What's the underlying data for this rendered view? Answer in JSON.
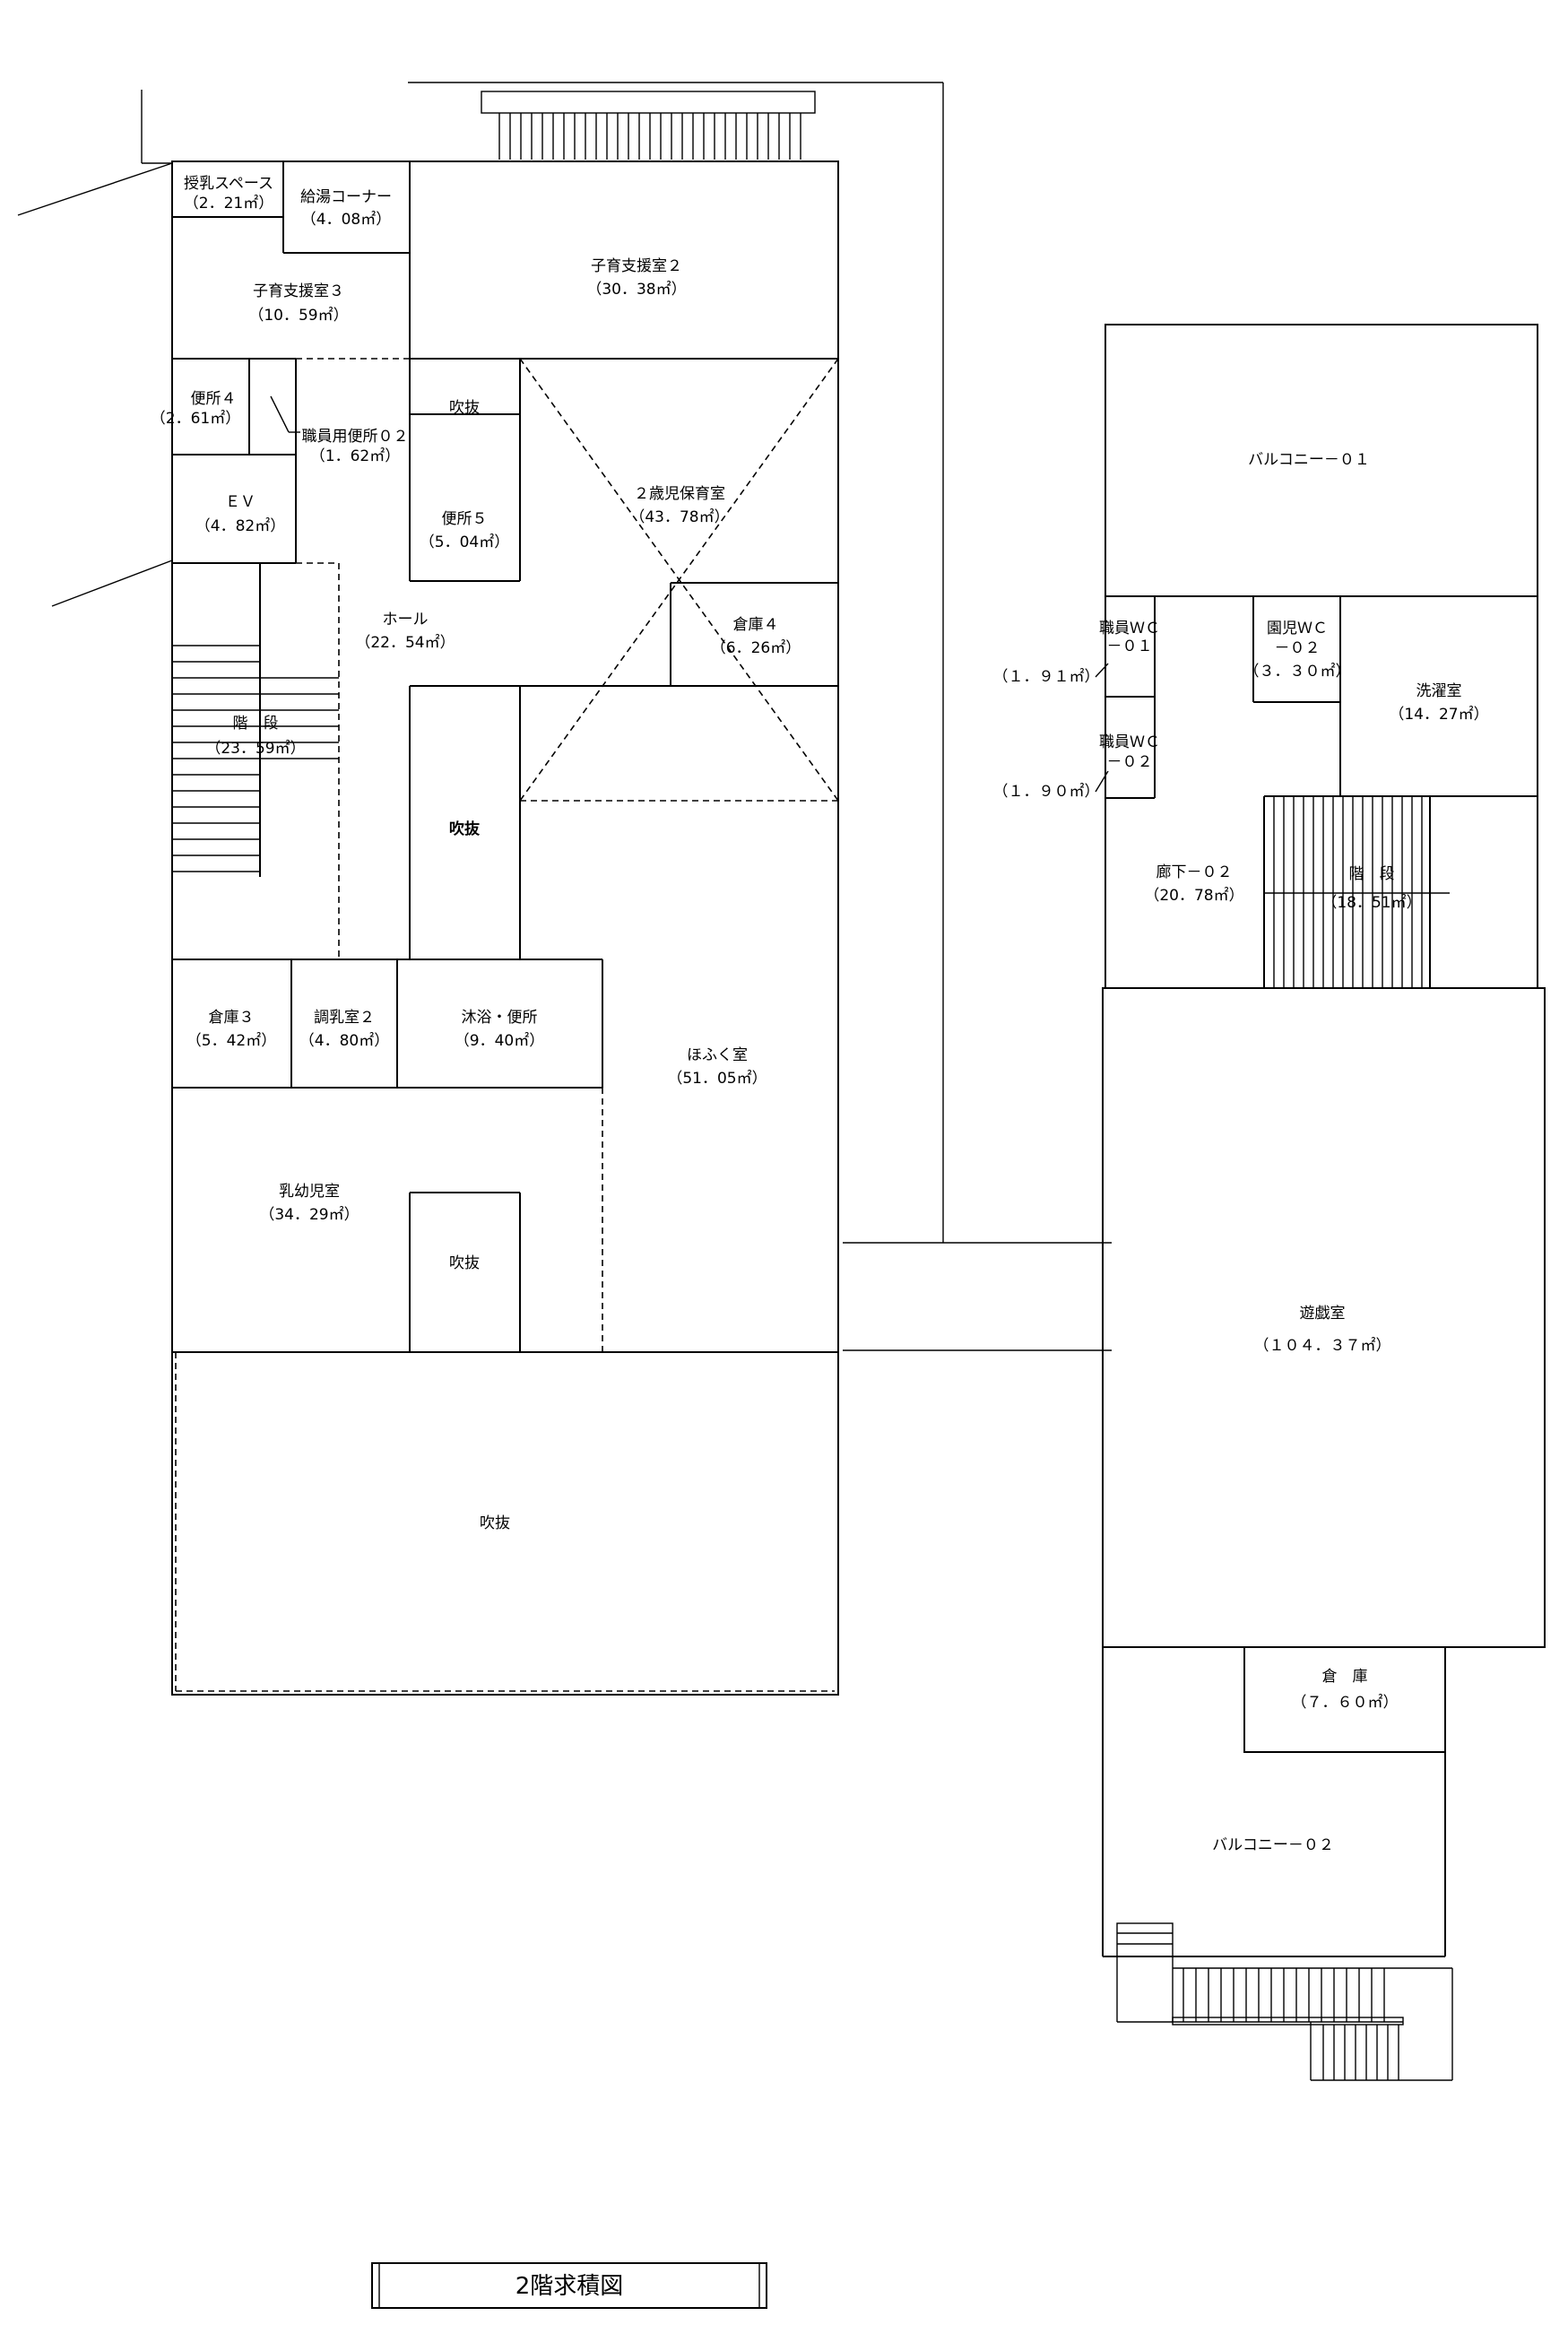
{
  "title": "2階求積図",
  "rooms": [
    {
      "id": "junyu-space",
      "name": "授乳スペース",
      "area": "（2．21㎡）"
    },
    {
      "id": "kyuto-corner",
      "name": "給湯コーナー",
      "area": "（4．08㎡）"
    },
    {
      "id": "kosodate-3",
      "name": "子育支援室３",
      "area": "（10．59㎡）"
    },
    {
      "id": "kosodate-2",
      "name": "子育支援室２",
      "area": "（30．38㎡）"
    },
    {
      "id": "benjo-4",
      "name": "便所４",
      "area": "（2．61㎡）"
    },
    {
      "id": "shokuin-benjo-02",
      "name": "職員用便所０２",
      "area": "（1．62㎡）"
    },
    {
      "id": "fukinuke-1",
      "name": "吹抜",
      "area": ""
    },
    {
      "id": "ev",
      "name": "ＥＶ",
      "area": "（4．82㎡）"
    },
    {
      "id": "benjo-5",
      "name": "便所５",
      "area": "（5．04㎡）"
    },
    {
      "id": "nisai-hoiku",
      "name": "２歳児保育室",
      "area": "（43．78㎡）"
    },
    {
      "id": "hall",
      "name": "ホール",
      "area": "（22．54㎡）"
    },
    {
      "id": "souko-4",
      "name": "倉庫４",
      "area": "（6．26㎡）"
    },
    {
      "id": "kaidan-1",
      "name": "階　段",
      "area": "（23．59㎡）"
    },
    {
      "id": "fukinuke-2",
      "name": "吹抜",
      "area": ""
    },
    {
      "id": "souko-3",
      "name": "倉庫３",
      "area": "（5．42㎡）"
    },
    {
      "id": "chonyu-2",
      "name": "調乳室２",
      "area": "（4．80㎡）"
    },
    {
      "id": "mokuyoku-benjo",
      "name": "沐浴・便所",
      "area": "（9．40㎡）"
    },
    {
      "id": "hofuku",
      "name": "ほふく室",
      "area": "（51．05㎡）"
    },
    {
      "id": "nyuyoji",
      "name": "乳幼児室",
      "area": "（34．29㎡）"
    },
    {
      "id": "fukinuke-3",
      "name": "吹抜",
      "area": ""
    },
    {
      "id": "fukinuke-4",
      "name": "吹抜",
      "area": ""
    },
    {
      "id": "balcony-01",
      "name": "バルコニー－０１",
      "area": ""
    },
    {
      "id": "shokuin-wc-01",
      "name": "職員ＷＣ",
      "sub": "－０１",
      "area": "（１．９１㎡）"
    },
    {
      "id": "enji-wc-02",
      "name": "園児ＷＣ",
      "sub": "－０２",
      "area": "（３．３０㎡）"
    },
    {
      "id": "sentaku",
      "name": "洗濯室",
      "area": "（14．27㎡）"
    },
    {
      "id": "shokuin-wc-02",
      "name": "職員ＷＣ",
      "sub": "－０２",
      "area": "（１．９０㎡）"
    },
    {
      "id": "roka-02",
      "name": "廊下－０２",
      "area": "（20．78㎡）"
    },
    {
      "id": "kaidan-2",
      "name": "階　段",
      "area": "（18．51㎡）"
    },
    {
      "id": "yugi",
      "name": "遊戯室",
      "area": "（１０４．３７㎡）"
    },
    {
      "id": "souko",
      "name": "倉　庫",
      "area": "（７．６０㎡）"
    },
    {
      "id": "balcony-02",
      "name": "バルコニー－０２",
      "area": ""
    }
  ]
}
